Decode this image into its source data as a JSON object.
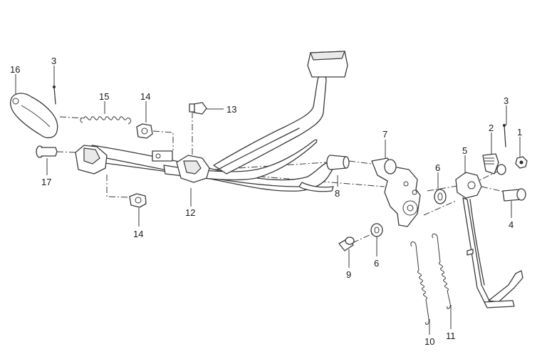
{
  "callouts": {
    "n1": "1",
    "n2": "2",
    "n3a": "3",
    "n3b": "3",
    "n4": "4",
    "n5": "5",
    "n6a": "6",
    "n6b": "6",
    "n7": "7",
    "n8": "8",
    "n9": "9",
    "n10": "10",
    "n11": "11",
    "n12": "12",
    "n13": "13",
    "n14a": "14",
    "n14b": "14",
    "n15": "15",
    "n16": "16",
    "n17": "17"
  }
}
